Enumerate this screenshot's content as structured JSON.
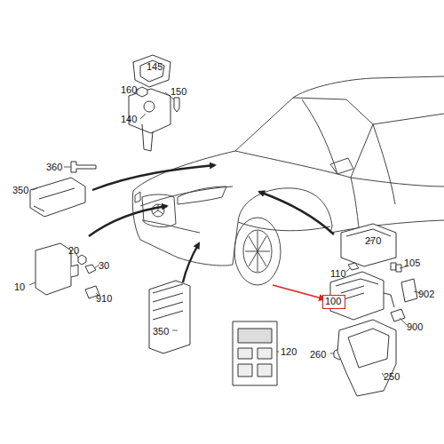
{
  "diagram": {
    "nodes": [
      {
        "text": [
          "100"
        ]
      }
    ],
    "labels": [
      "145",
      "160",
      "150",
      "140",
      "360",
      "350",
      "20",
      "30",
      "10",
      "910",
      "350",
      "270",
      "110",
      "105",
      "902",
      "900",
      "260",
      "250",
      "120"
    ]
  }
}
